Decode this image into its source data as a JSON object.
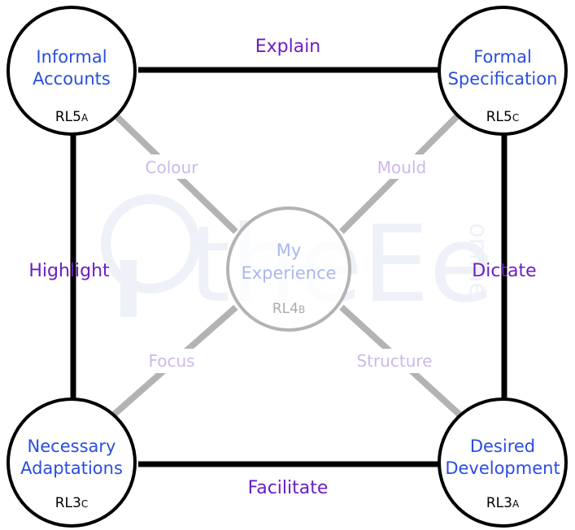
{
  "colors": {
    "node_label": "#2b4de0",
    "edge_label": "#6a1fc4",
    "diagonal_label": "#cdb8ea",
    "center_label": "#aab7ee",
    "center_code": "#aaaaaa",
    "outer_line": "#000000",
    "diagonal_line": "#b3b3b3",
    "center_ring": "#b3b3b3",
    "watermark": "#eef1f8"
  },
  "watermark": {
    "text": "theEe",
    "side_text": "online",
    "icon": "head-profile-icon"
  },
  "nodes": {
    "top_left": {
      "line1": "Informal",
      "line2": "Accounts",
      "code": "RL5",
      "code_sub": "A"
    },
    "top_right": {
      "line1": "Formal",
      "line2": "Specification",
      "code": "RL5",
      "code_sub": "C"
    },
    "bottom_left": {
      "line1": "Necessary",
      "line2": "Adaptations",
      "code": "RL3",
      "code_sub": "C"
    },
    "bottom_right": {
      "line1": "Desired",
      "line2": "Development",
      "code": "RL3",
      "code_sub": "A"
    },
    "center": {
      "line1": "My",
      "line2": "Experience",
      "code": "RL4",
      "code_sub": "B"
    }
  },
  "edges": {
    "top": "Explain",
    "left": "Highlight",
    "right": "Dictate",
    "bottom": "Facilitate"
  },
  "diagonals": {
    "top_left": "Colour",
    "top_right": "Mould",
    "bottom_left": "Focus",
    "bottom_right": "Structure"
  }
}
